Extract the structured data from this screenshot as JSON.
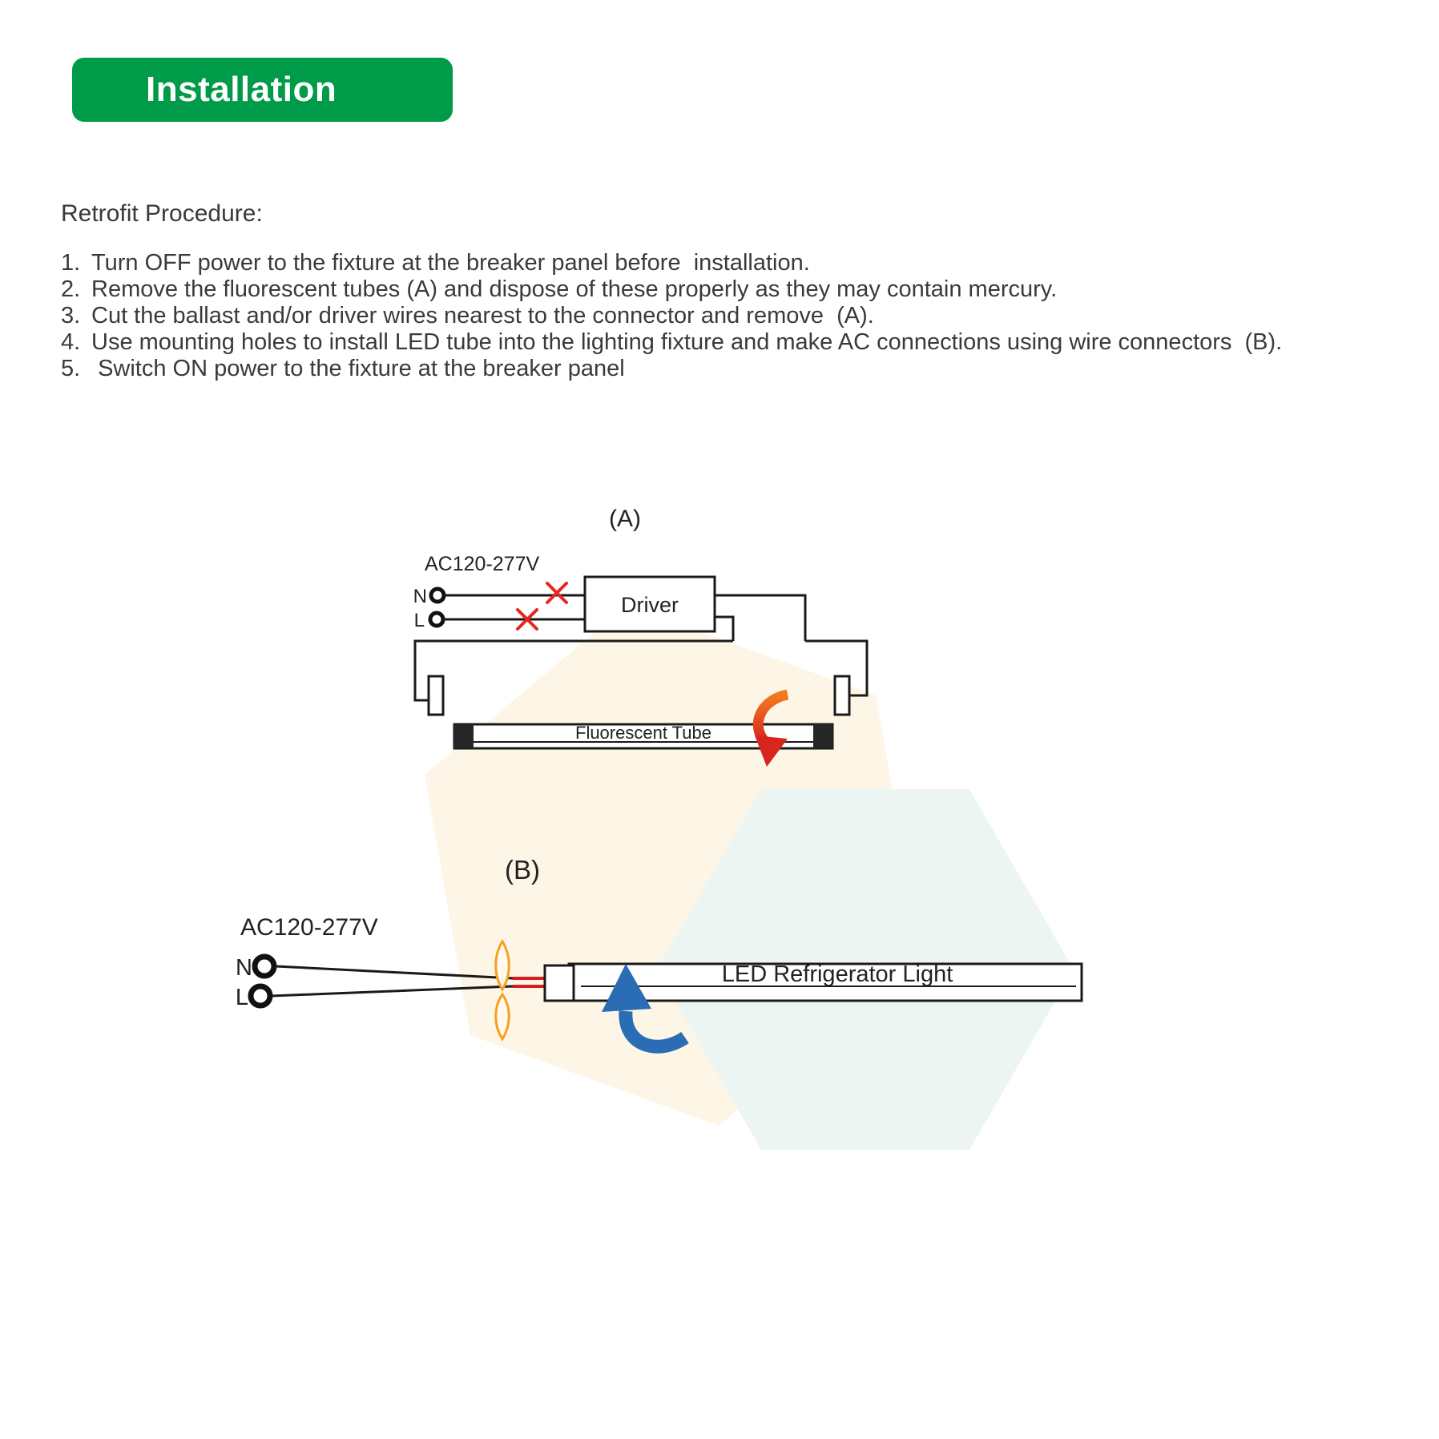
{
  "header": {
    "badge": "Installation"
  },
  "procedure": {
    "title": "Retrofit Procedure:",
    "numbers": [
      "1.",
      "2.",
      "3.",
      "4.",
      "5."
    ],
    "steps": [
      "Turn OFF power to the fixture at the breaker panel before  installation.",
      "Remove the fluorescent tubes (A) and dispose of these properly as they may contain mercury.",
      "Cut the ballast and/or driver wires nearest to the connector and remove  (A).",
      "Use mounting holes to install LED tube into the lighting fixture and make AC connections using wire connectors  (B).",
      " Switch ON power to the fixture at the breaker panel"
    ]
  },
  "diagram_a": {
    "label": "(A)",
    "voltage": "AC120-277V",
    "terminal_n": "N",
    "terminal_l": "L",
    "driver_label": "Driver",
    "tube_label": "Fluorescent Tube"
  },
  "diagram_b": {
    "label": "(B)",
    "voltage": "AC120-277V",
    "terminal_n": "N",
    "terminal_l": "L",
    "tube_label": "LED Refrigerator Light"
  },
  "colors": {
    "badge_green": "#009B48",
    "cut_red": "#E8251F",
    "rotate_red": "#D8261C",
    "rotate_blue": "#2A6DB5",
    "connector_orange": "#F5A021"
  }
}
